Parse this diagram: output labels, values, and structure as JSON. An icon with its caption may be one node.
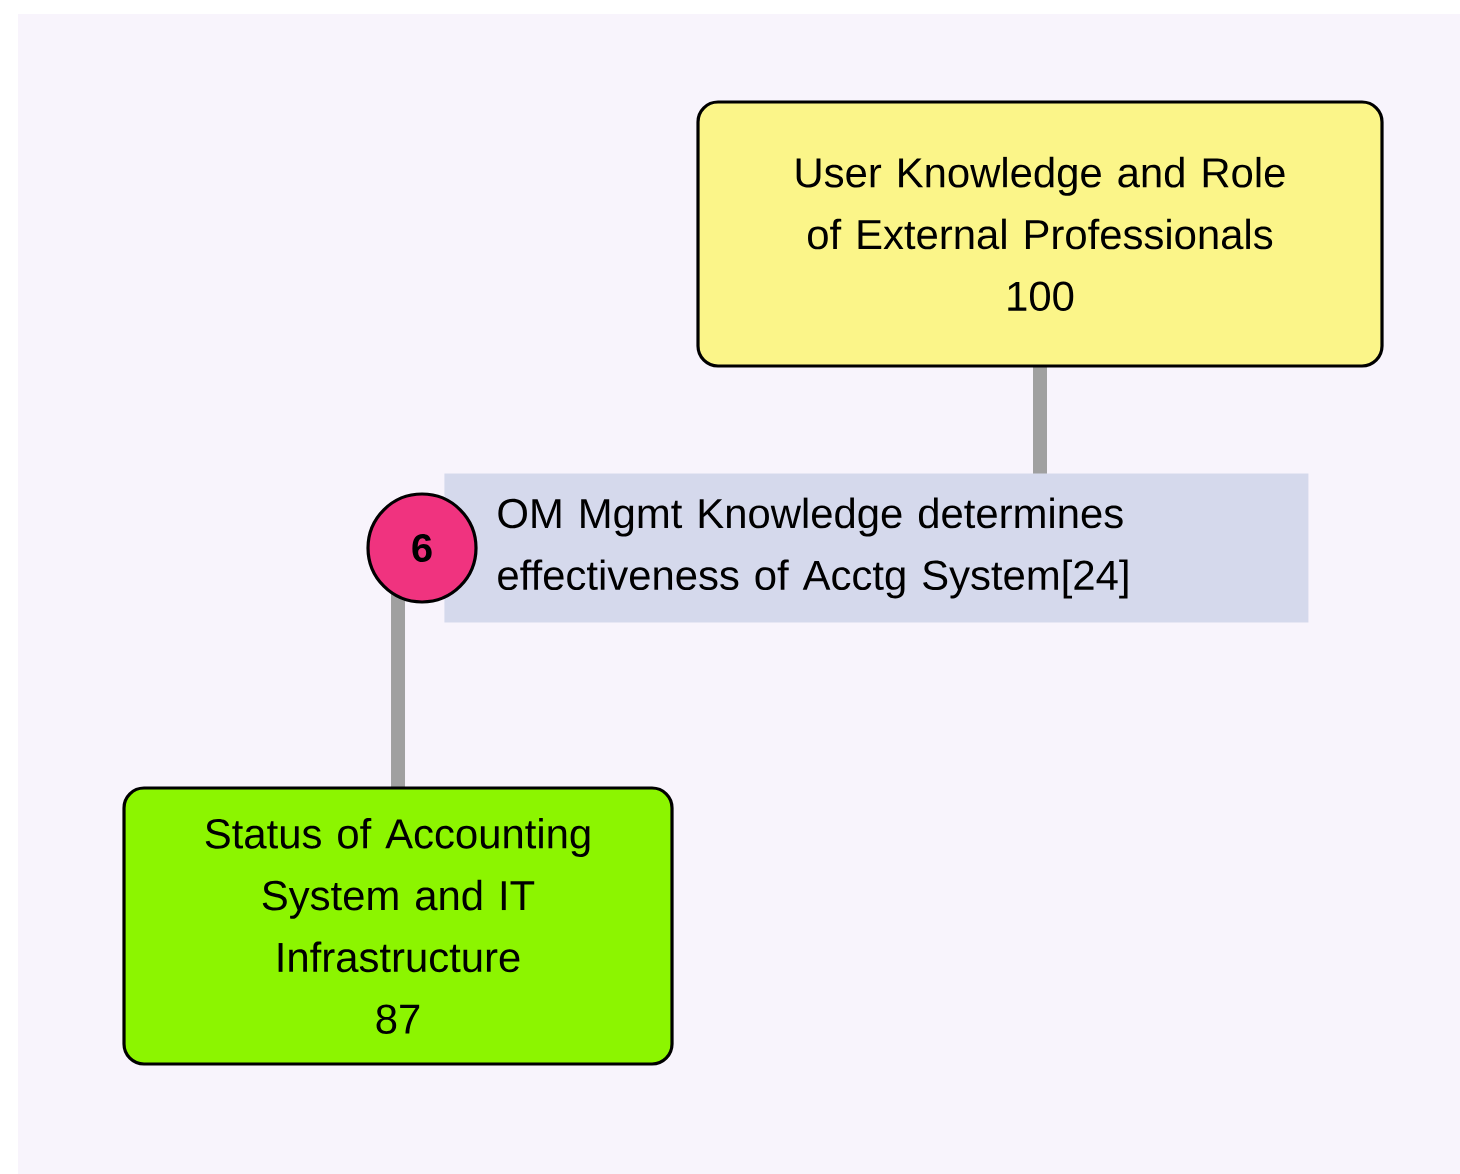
{
  "diagram": {
    "nodes": [
      {
        "text": [
          "User Knowledge and Role of External Professionals",
          "100"
        ]
      },
      {
        "text": [
          "OM Mgmt Knowledge determines effectiveness of Acctg System[24]"
        ]
      },
      {
        "text": [
          "6"
        ]
      },
      {
        "text": [
          "Status of Accounting System and IT Infrastructure",
          "87"
        ]
      }
    ],
    "edges": [
      {
        "from": 0,
        "to": 1,
        "arrow": "none"
      },
      {
        "from": 2,
        "to": 3,
        "arrow": "none"
      }
    ]
  }
}
